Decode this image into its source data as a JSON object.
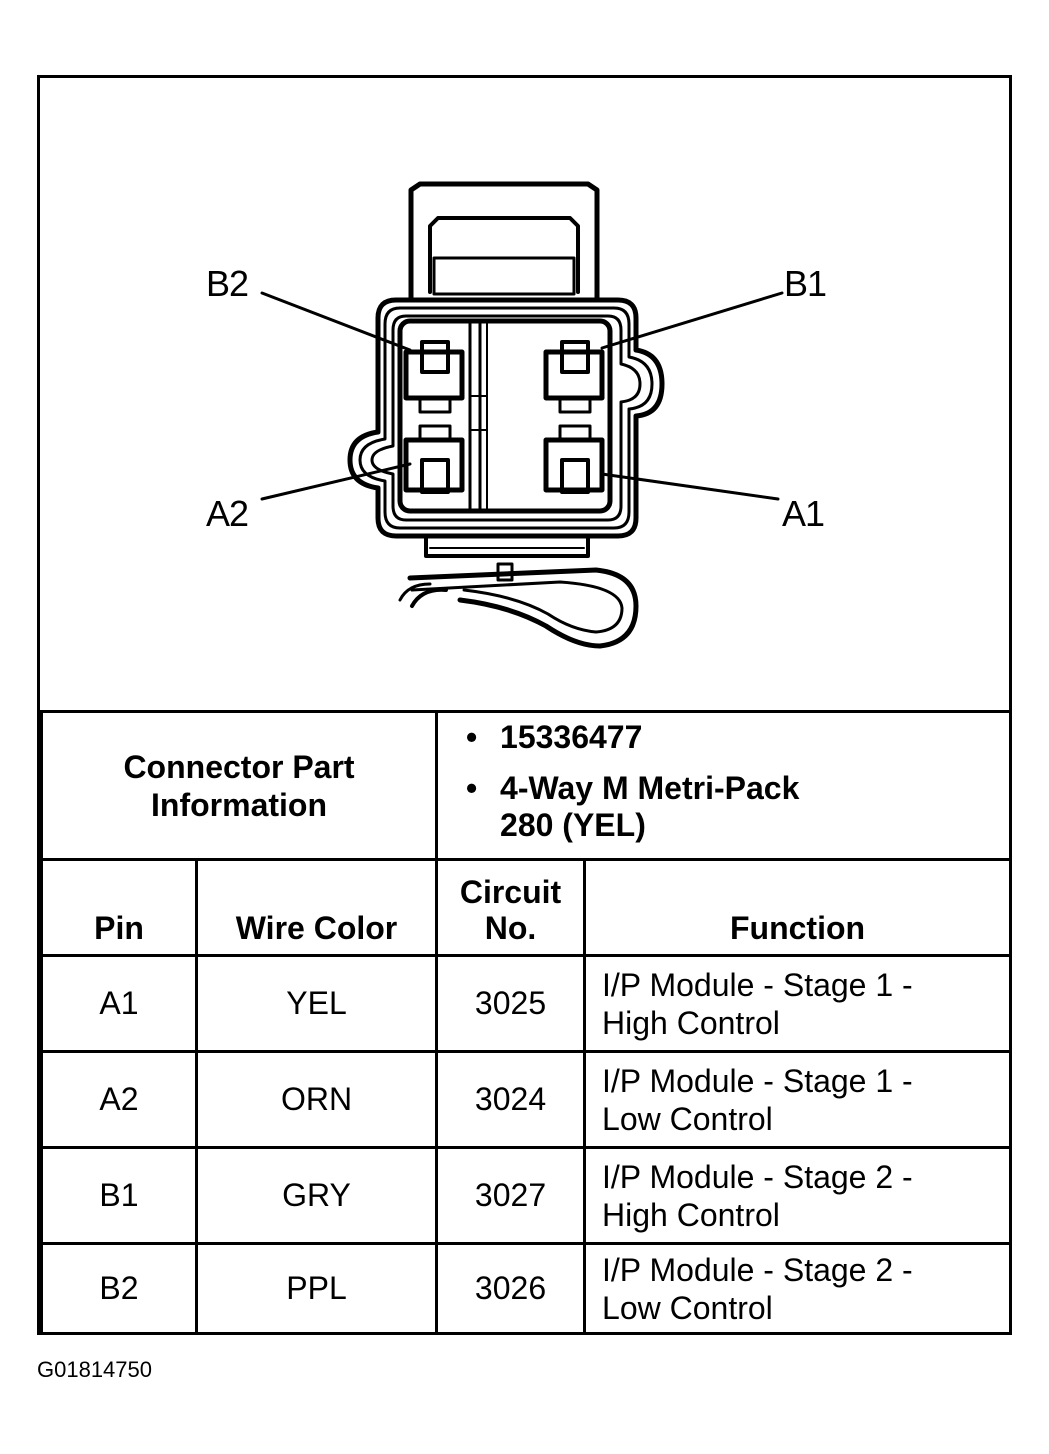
{
  "diagram": {
    "pin_labels": {
      "b2": "B2",
      "b1": "B1",
      "a2": "A2",
      "a1": "A1"
    }
  },
  "part_info": {
    "header_line1": "Connector Part",
    "header_line2": "Information",
    "items": [
      {
        "line1": "15336477",
        "line2": ""
      },
      {
        "line1": "4-Way M Metri-Pack",
        "line2": "280 (YEL)"
      }
    ]
  },
  "table": {
    "headers": {
      "pin": "Pin",
      "wire_color": "Wire Color",
      "circuit_line1": "Circuit",
      "circuit_line2": "No.",
      "function": "Function"
    },
    "rows": [
      {
        "pin": "A1",
        "wire_color": "YEL",
        "circuit": "3025",
        "function_line1": "I/P Module - Stage 1 -",
        "function_line2": "High Control"
      },
      {
        "pin": "A2",
        "wire_color": "ORN",
        "circuit": "3024",
        "function_line1": "I/P Module - Stage 1 -",
        "function_line2": "Low Control"
      },
      {
        "pin": "B1",
        "wire_color": "GRY",
        "circuit": "3027",
        "function_line1": "I/P Module - Stage 2 -",
        "function_line2": "High Control"
      },
      {
        "pin": "B2",
        "wire_color": "PPL",
        "circuit": "3026",
        "function_line1": "I/P Module - Stage 2 -",
        "function_line2": "Low Control"
      }
    ]
  },
  "figure_id": "G01814750"
}
